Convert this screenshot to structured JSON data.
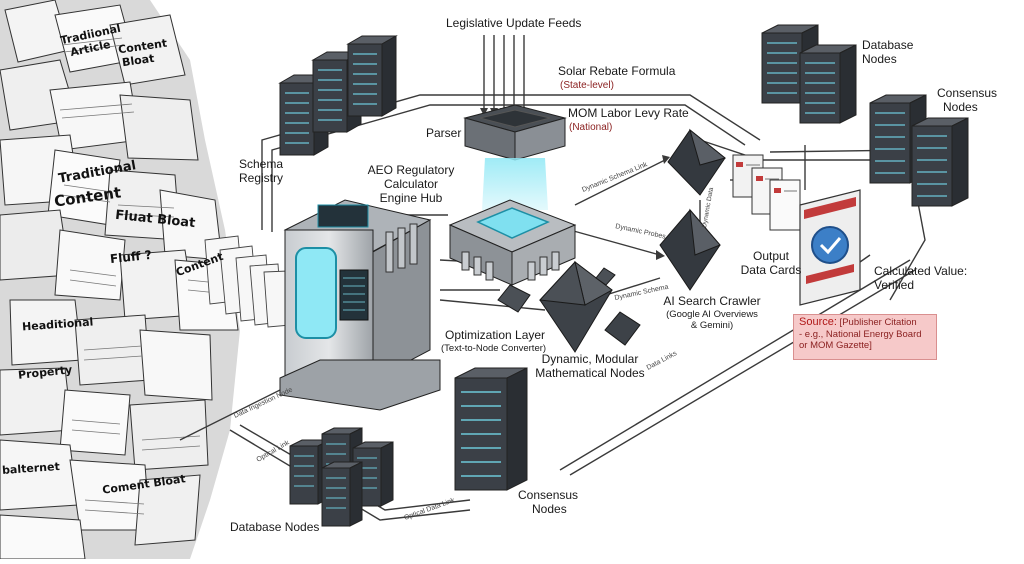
{
  "labels": {
    "legislative_feeds": "Legislative Update Feeds",
    "solar_rebate": "Solar Rebate Formula",
    "solar_rebate_sub": "(State-level)",
    "mom_levy": "MOM Labor Levy Rate",
    "mom_levy_sub": "(National)",
    "parser": "Parser",
    "schema_registry_1": "Schema",
    "schema_registry_2": "Registry",
    "hub_1": "AEO Regulatory",
    "hub_2": "Calculator",
    "hub_3": "Engine Hub",
    "database_nodes_top_1": "Database",
    "database_nodes_top_2": "Nodes",
    "consensus_top_1": "Consensus",
    "consensus_top_2": "Nodes",
    "output_cards_1": "Output",
    "output_cards_2": "Data Cards",
    "calculated_1": "Calculated Value:",
    "calculated_2": "Verified",
    "crawler_1": "AI Search Crawler",
    "crawler_2": "(Google AI Overviews",
    "crawler_3": "& Gemini)",
    "optimization_1": "Optimization Layer",
    "optimization_2": "(Text-to-Node Converter)",
    "math_nodes_1": "Dynamic, Modular",
    "math_nodes_2": "Mathematical Nodes",
    "consensus_bottom_1": "Consensus",
    "consensus_bottom_2": "Nodes",
    "database_nodes_bottom": "Database Nodes",
    "source_title": "Source:",
    "source_text_1": " [Publisher Citation",
    "source_text_2": "- e.g., National Energy Board",
    "source_text_3": "or MOM Gazette]"
  },
  "link_labels": {
    "dynamic_schema_link": "Dynamic Schema Link",
    "dynamic_probes": "Dynamic Probes",
    "dynamic_schema": "Dynamic Schema",
    "dynamic_data": "Dynamic Data",
    "data_links": "Data Links",
    "data_ingestion_node": "Data Ingestion Node",
    "optical_link": "Optical Link",
    "optical_data_link": "Optical Data Link"
  },
  "paper_words": {
    "w1": "Tradiional",
    "w2": "Article",
    "w3": "Content",
    "w4": "Bloat",
    "w5": "Traditional",
    "w6": "Content",
    "w7": "Fluat Bloat",
    "w8": "Fluff ?",
    "w9": "Content",
    "w10": "Headitional",
    "w11": "Property",
    "w12": "balternet",
    "w13": "Coment Bloat"
  },
  "colors": {
    "accent_cyan": "#5fd8ec",
    "source_bg": "#f6c9c9",
    "source_text": "#8a1f1f",
    "check_blue": "#3c7fc7",
    "line_dark": "#2b2b2b"
  }
}
